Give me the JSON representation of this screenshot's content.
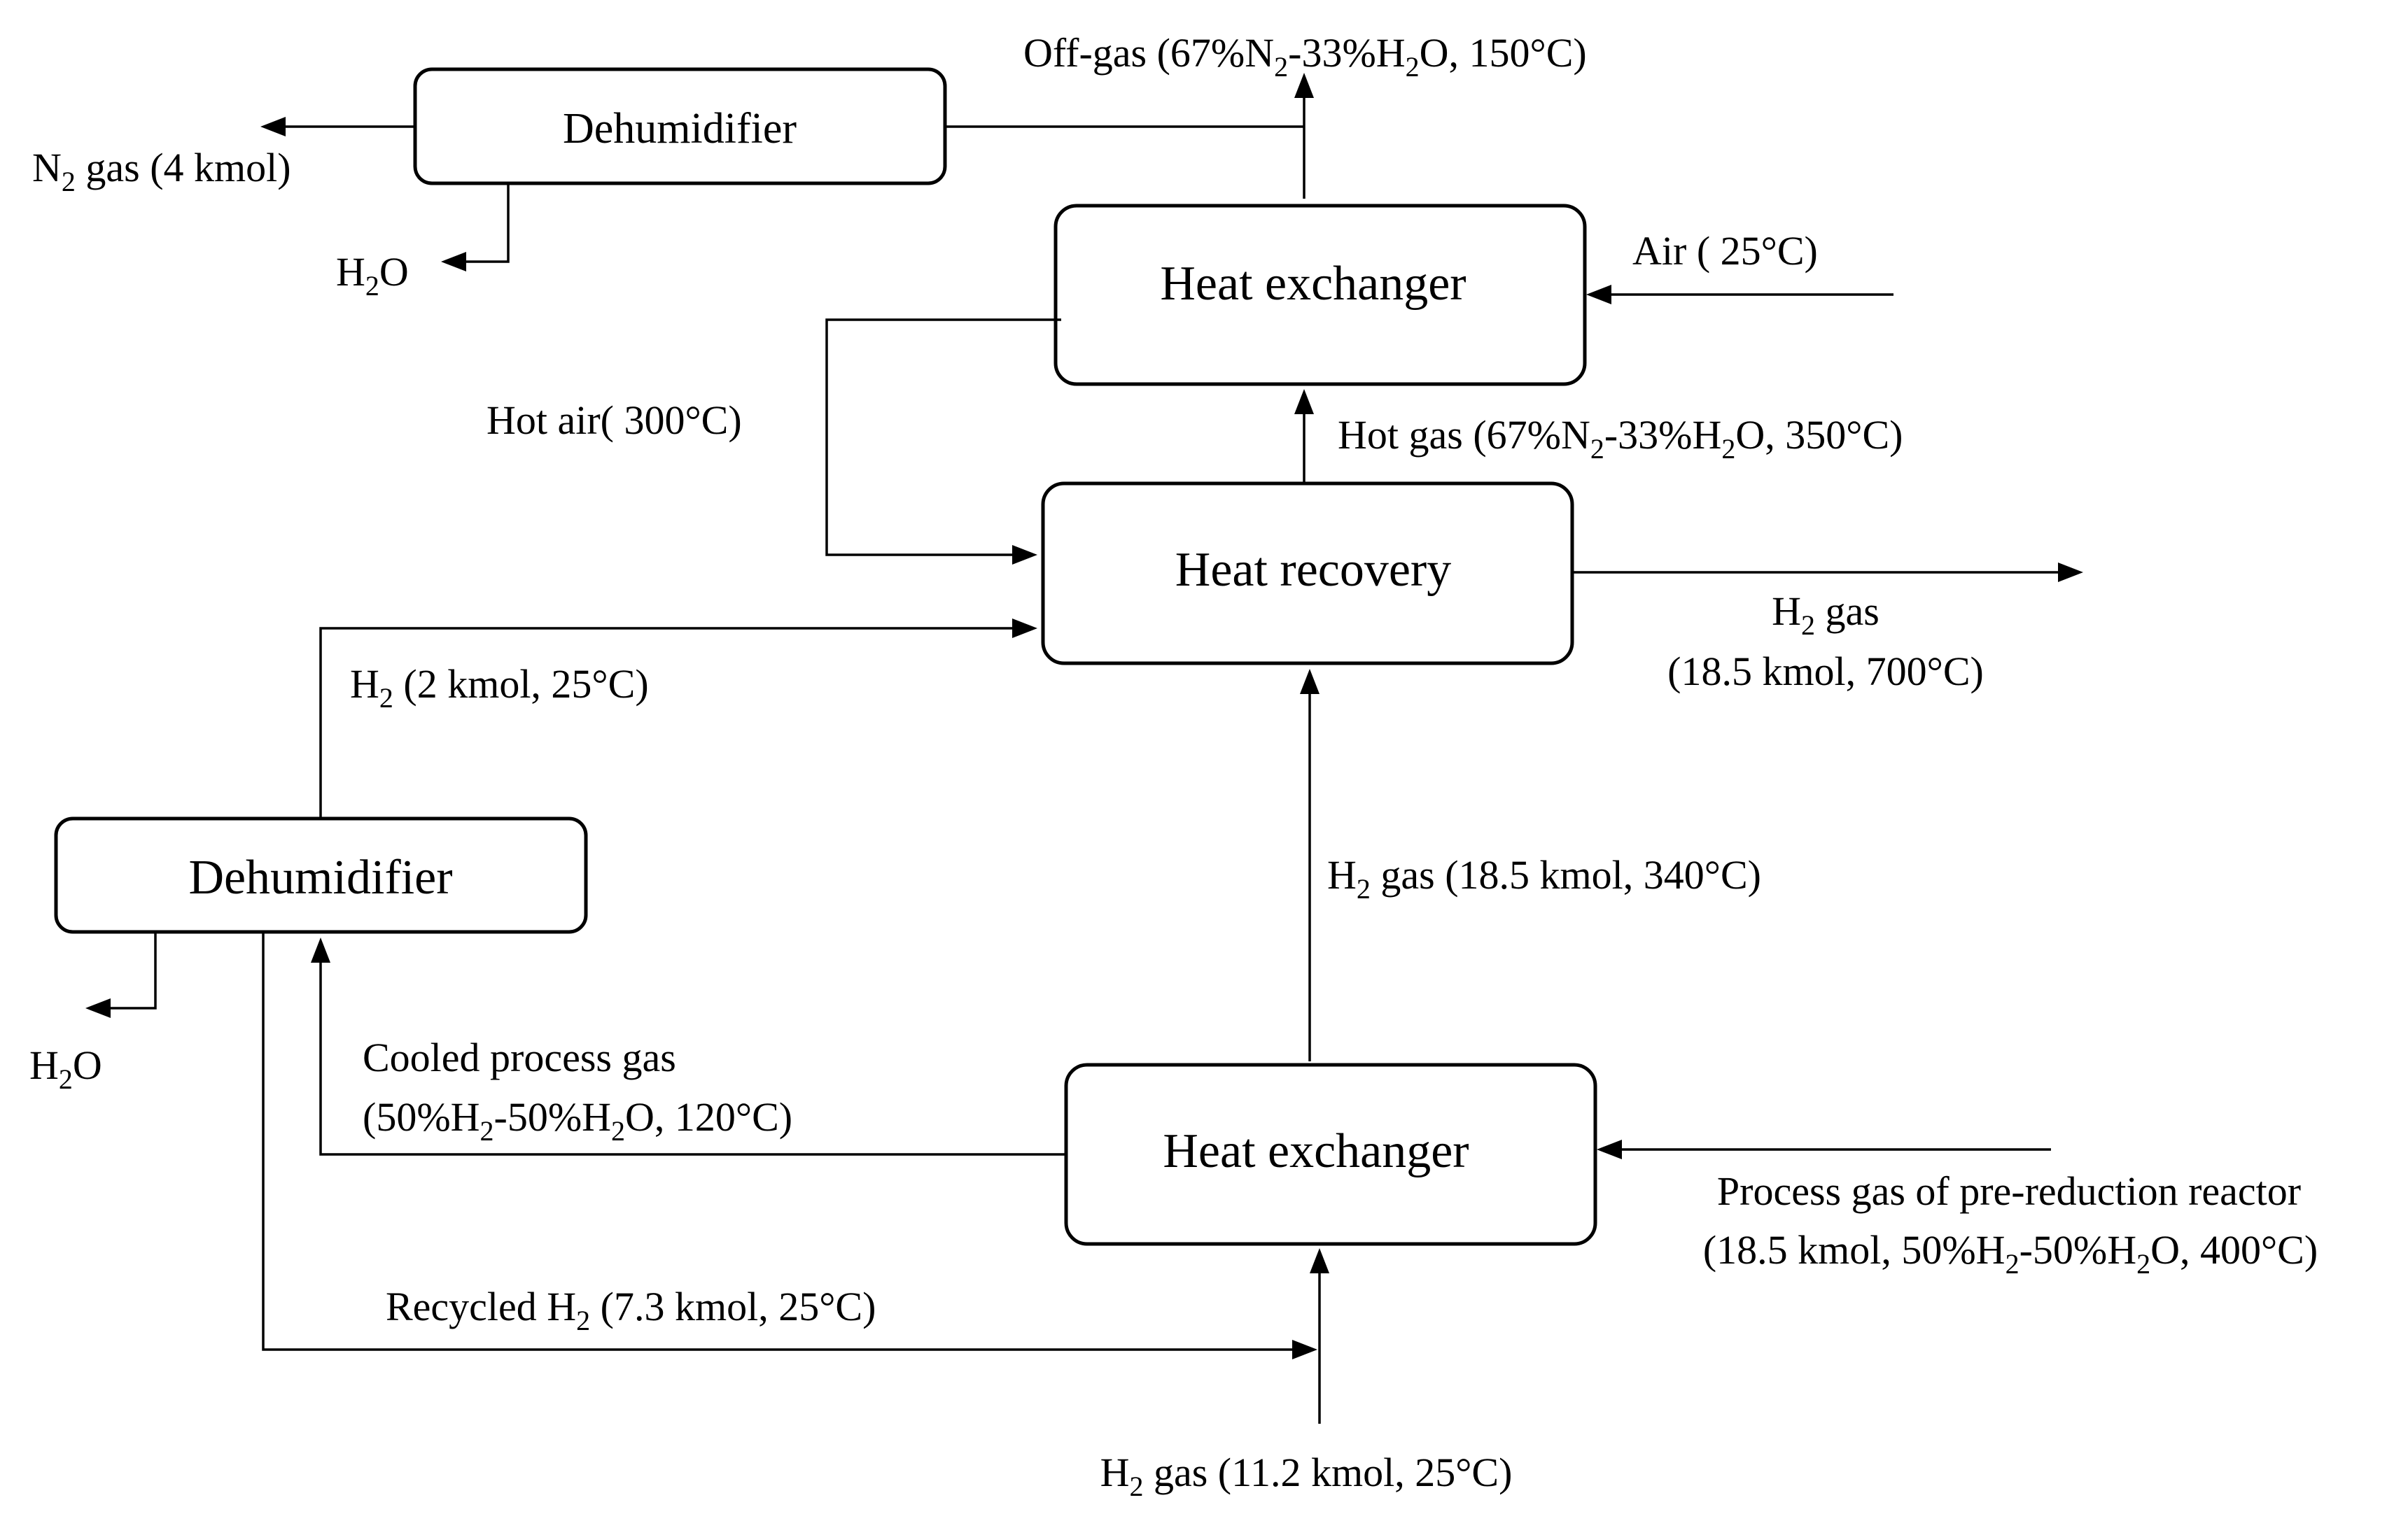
{
  "units": {
    "dehumidifier_top": "Dehumidifier",
    "heat_exchanger_top": "Heat exchanger",
    "heat_recovery": "Heat recovery",
    "dehumidifier_left": "Dehumidifier",
    "heat_exchanger_bottom": "Heat exchanger"
  },
  "streams": {
    "off_gas": {
      "a": "Off-gas (67%N",
      "sub1": "2",
      "b": "-33%H",
      "sub2": "2",
      "c": "O, 150°C)"
    },
    "n2_gas": {
      "a": "N",
      "sub": "2",
      "b": " gas (4 kmol)"
    },
    "h2o_top": {
      "a": "H",
      "sub": "2",
      "b": "O"
    },
    "air_in": "Air ( 25°C)",
    "hot_air": "Hot air( 300°C)",
    "hot_gas": {
      "a": "Hot gas (67%N",
      "sub1": "2",
      "b": "-33%H",
      "sub2": "2",
      "c": "O, 350°C)"
    },
    "h2_gas_out": {
      "line1_a": "H",
      "line1_sub": "2",
      "line1_b": " gas",
      "line2": "(18.5 kmol, 700°C)"
    },
    "h2_2kmol": {
      "a": "H",
      "sub": "2",
      "b": " (2 kmol, 25°C)"
    },
    "h2_gas_340": {
      "a": "H",
      "sub": "2",
      "b": " gas  (18.5 kmol, 340°C)"
    },
    "h2o_left": {
      "a": "H",
      "sub": "2",
      "b": "O"
    },
    "cooled_gas": {
      "line1": "Cooled process gas",
      "line2_a": "(50%H",
      "line2_sub1": "2",
      "line2_b": "-50%H",
      "line2_sub2": "2",
      "line2_c": "O, 120°C)"
    },
    "process_gas": {
      "line1": "Process gas of pre-reduction reactor",
      "line2_a": "(18.5 kmol, 50%H",
      "line2_sub1": "2",
      "line2_b": "-50%H",
      "line2_sub2": "2",
      "line2_c": "O, 400°C)"
    },
    "recycled_h2": {
      "a": "Recycled H",
      "sub": "2",
      "b": " (7.3 kmol, 25°C)"
    },
    "h2_gas_feed": {
      "a": "H",
      "sub": "2",
      "b": " gas  (11.2 kmol, 25°C)"
    }
  }
}
